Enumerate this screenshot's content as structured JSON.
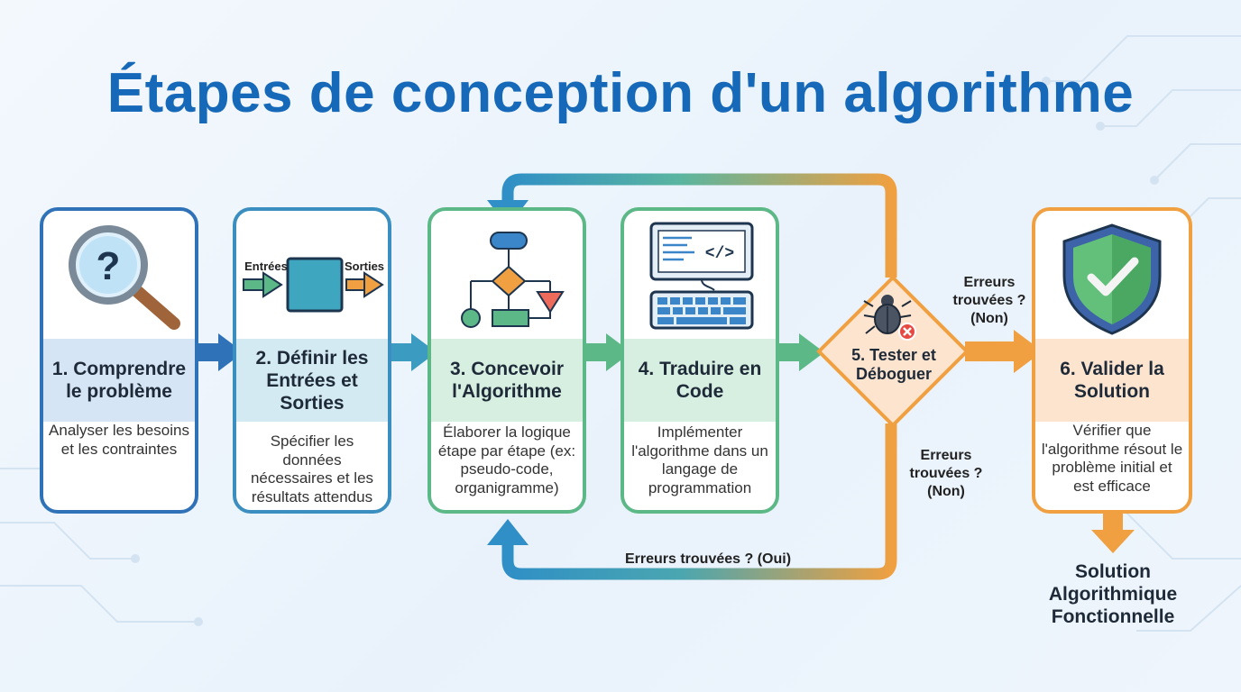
{
  "title": "Étapes de conception d'un algorithme",
  "steps": [
    {
      "title": "1. Comprendre le problème",
      "description": "Analyser les besoins et les contraintes",
      "icon": "magnifier-question-icon",
      "color": "#2f72b7"
    },
    {
      "title": "2. Définir les Entrées et Sorties",
      "description": "Spécifier les données nécessaires et les résultats attendus",
      "icon": "input-output-box-icon",
      "color": "#3b8fc0",
      "icon_labels": {
        "input": "Entrées",
        "output": "Sorties"
      }
    },
    {
      "title": "3. Concevoir l'Algorithme",
      "description": "Élaborer la logique étape par étape (ex: pseudo-code, organigramme)",
      "icon": "flowchart-icon",
      "color": "#5db888"
    },
    {
      "title": "4. Traduire en Code",
      "description": "Implémenter l'algorithme dans un langage de programmation",
      "icon": "code-keyboard-icon",
      "color": "#5db888"
    },
    {
      "title": "5. Tester et Déboguer",
      "icon": "bug-icon",
      "color": "#f0a040"
    },
    {
      "title": "6. Valider la Solution",
      "description": "Vérifier que l'algorithme résout le problème initial et est efficace",
      "icon": "shield-check-icon",
      "color": "#f0a040"
    }
  ],
  "labels": {
    "errors_no_top": "Erreurs trouvées ? (Non)",
    "errors_no_bottom": "Erreurs trouvées ? (Non)",
    "errors_yes": "Erreurs trouvées ? (Oui)"
  },
  "final_output": "Solution Algorithmique Fonctionnelle"
}
